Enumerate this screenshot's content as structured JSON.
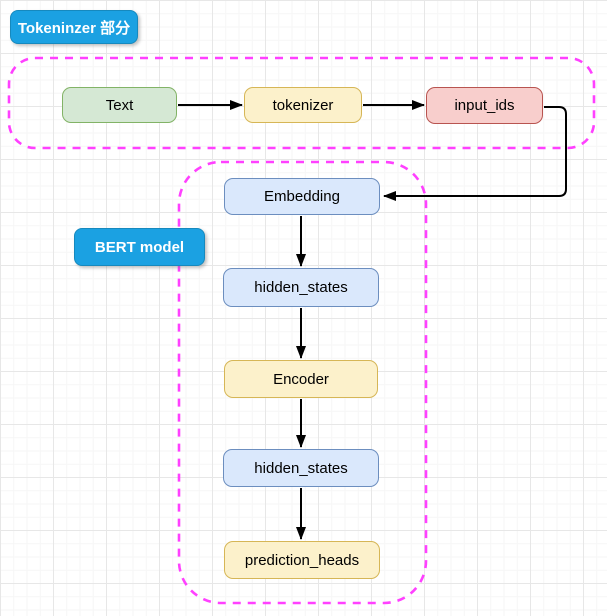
{
  "diagram": {
    "section_labels": {
      "tokenizer_section": "Tokeninzer 部分",
      "bert_model": "BERT model"
    },
    "nodes": {
      "text": "Text",
      "tokenizer": "tokenizer",
      "input_ids": "input_ids",
      "embedding": "Embedding",
      "hidden_states_1": "hidden_states",
      "encoder": "Encoder",
      "hidden_states_2": "hidden_states",
      "prediction_heads": "prediction_heads"
    },
    "flow": [
      "Text -> tokenizer",
      "tokenizer -> input_ids",
      "input_ids -> Embedding",
      "Embedding -> hidden_states",
      "hidden_states -> Encoder",
      "Encoder -> hidden_states",
      "hidden_states -> prediction_heads"
    ],
    "colors": {
      "tag_blue": "#1ba1e2",
      "green_fill": "#d5e8d4",
      "green_border": "#82b366",
      "yellow_fill": "#fcf1cb",
      "yellow_border": "#d6b656",
      "red_fill": "#f8cecc",
      "red_border": "#b85450",
      "blue_fill": "#dae8fc",
      "blue_border": "#6c8ebf",
      "dashed_group_border": "#ff40ff",
      "arrow": "#000000"
    }
  }
}
